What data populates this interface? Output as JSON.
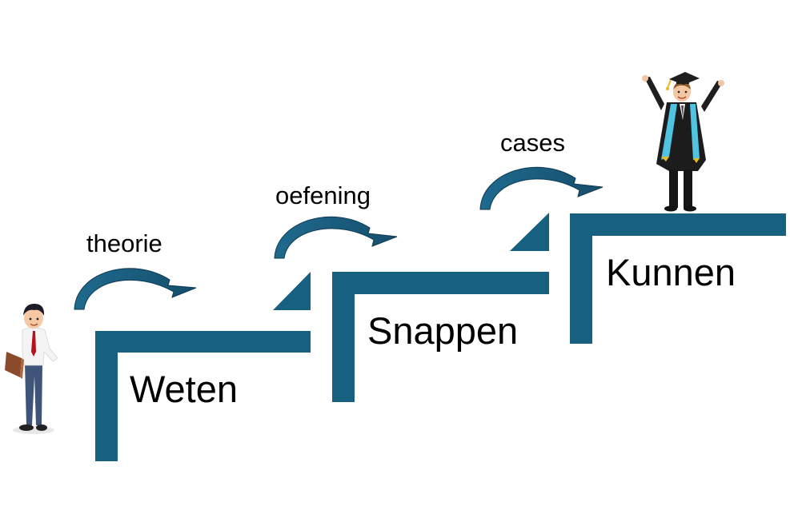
{
  "colors": {
    "step": "#17607f",
    "arrow": "#1a5777",
    "text": "#000000"
  },
  "steps": [
    {
      "label": "Weten"
    },
    {
      "label": "Snappen"
    },
    {
      "label": "Kunnen"
    }
  ],
  "transitions": [
    {
      "label": "theorie"
    },
    {
      "label": "oefening"
    },
    {
      "label": "cases"
    }
  ],
  "figures": {
    "start": "student-with-book",
    "end": "graduate-in-gown"
  }
}
